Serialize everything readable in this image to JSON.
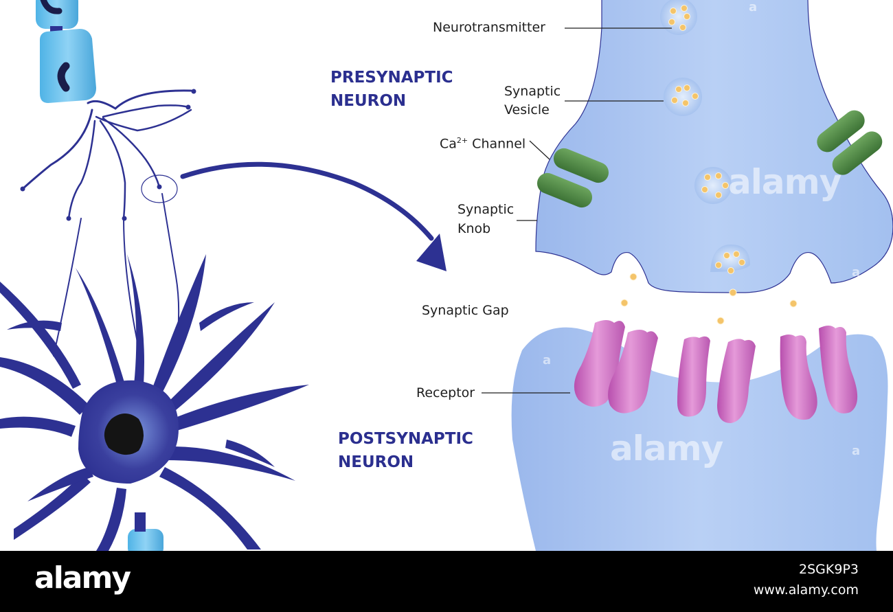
{
  "labels": {
    "presynaptic_line1": "PRESYNAPTIC",
    "presynaptic_line2": "NEURON",
    "postsynaptic_line1": "POSTSYNAPTIC",
    "postsynaptic_line2": "NEURON",
    "neurotransmitter": "Neurotransmitter",
    "synaptic_vesicle_line1": "Synaptic",
    "synaptic_vesicle_line2": "Vesicle",
    "ca_channel_base": "Ca",
    "ca_channel_superscript": "2+",
    "ca_channel_suffix": " Channel",
    "synaptic_knob_line1": "Synaptic",
    "synaptic_knob_line2": "Knob",
    "synaptic_gap": "Synaptic Gap",
    "receptor": "Receptor"
  },
  "watermark": {
    "text": "alamy",
    "small_mark": "a"
  },
  "footer": {
    "logo": "alamy",
    "image_id": "2SGK9P3",
    "url": "www.alamy.com"
  },
  "colors": {
    "title": "#2b2f8f",
    "neuron": "#2d3192",
    "membrane": "#a9c4ef",
    "channel": "#4f8a43",
    "receptor": "#c86bbf",
    "neurotransmitter": "#f4c46a"
  }
}
